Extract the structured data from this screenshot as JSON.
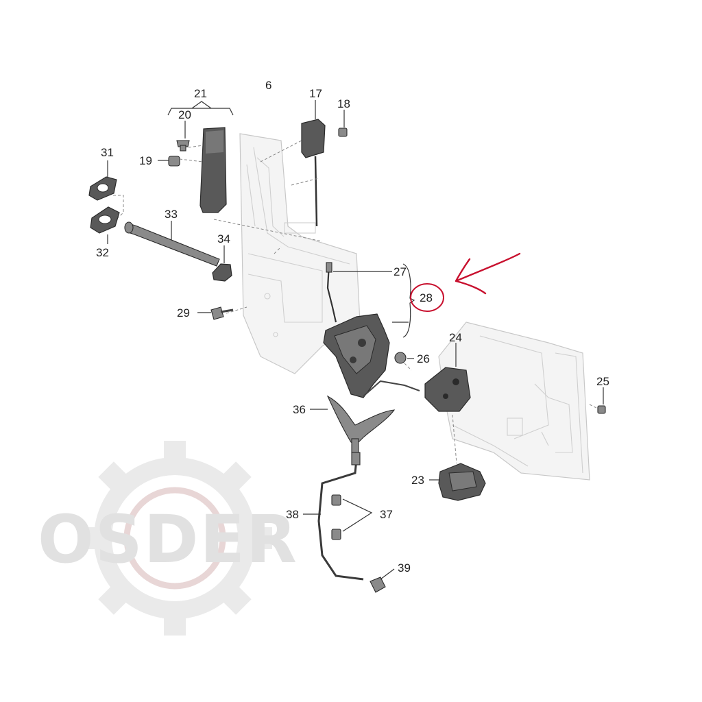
{
  "diagram": {
    "labels": {
      "p6": "6",
      "p17": "17",
      "p18": "18",
      "p19": "19",
      "p20": "20",
      "p21": "21",
      "p23": "23",
      "p24": "24",
      "p25": "25",
      "p26": "26",
      "p27": "27",
      "p28": "28",
      "p29": "29",
      "p31": "31",
      "p32": "32",
      "p33": "33",
      "p34": "34",
      "p36": "36",
      "p37": "37",
      "p38": "38",
      "p39": "39"
    },
    "highlight": {
      "label": "p28",
      "color": "#c8102e"
    }
  },
  "watermark": {
    "text": "OSDER",
    "color": "#c9c9c9",
    "accent": "#e6bcbc"
  }
}
